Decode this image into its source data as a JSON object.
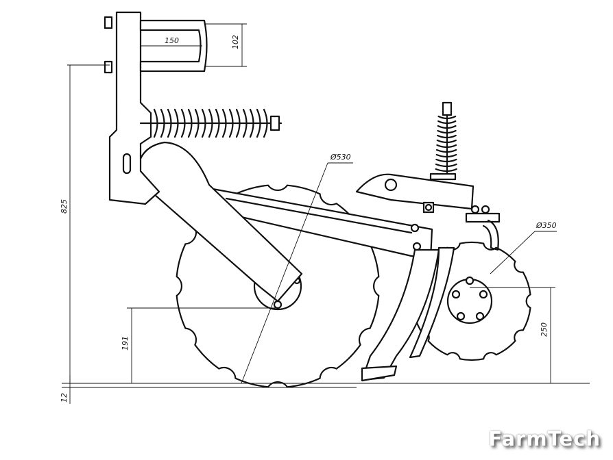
{
  "drawing": {
    "title": "Disc harrow with ripper tine – side view",
    "dimensions": {
      "clamp_width": "150",
      "clamp_height": "102",
      "overall_height": "825",
      "main_disc_diameter": "Ø530",
      "rear_disc_diameter": "Ø350",
      "main_disc_axle_height": "191",
      "rear_disc_axle_height": "250",
      "ground_offset": "12"
    }
  },
  "watermark": "FarmTech"
}
